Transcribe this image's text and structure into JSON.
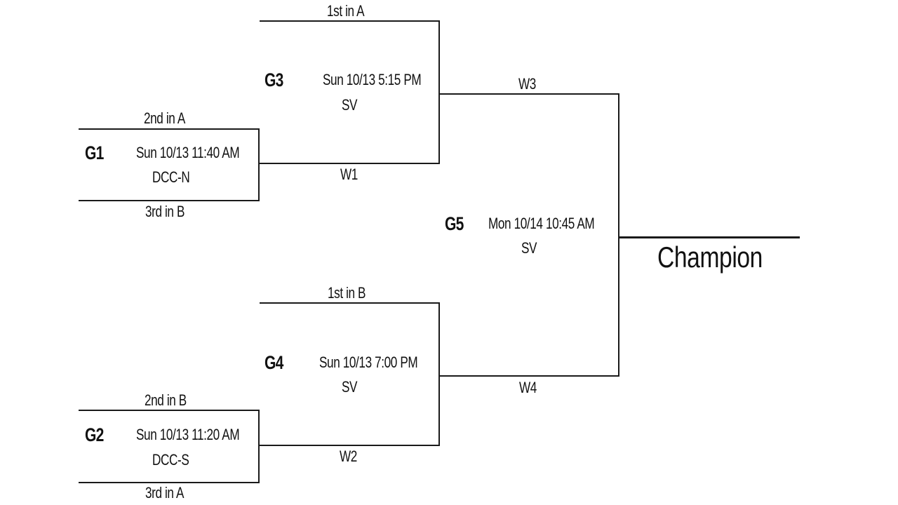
{
  "bracket": {
    "champion_label": "Champion",
    "games": {
      "g1": {
        "id": "G1",
        "when": "Sun 10/13  11:40 AM",
        "venue": "DCC-N",
        "top_seed": "2nd in A",
        "bottom_seed": "3rd in B"
      },
      "g2": {
        "id": "G2",
        "when": "Sun 10/13  11:20 AM",
        "venue": "DCC-S",
        "top_seed": "2nd in B",
        "bottom_seed": "3rd in A"
      },
      "g3": {
        "id": "G3",
        "when": "Sun 10/13  5:15 PM",
        "venue": "SV",
        "top_seed": "1st in A",
        "bottom_seed": "W1"
      },
      "g4": {
        "id": "G4",
        "when": "Sun 10/13  7:00 PM",
        "venue": "SV",
        "top_seed": "1st in B",
        "bottom_seed": "W2"
      },
      "g5": {
        "id": "G5",
        "when": "Mon 10/14  10:45 AM",
        "venue": "SV",
        "top_seed": "W3",
        "bottom_seed": "W4"
      }
    }
  }
}
